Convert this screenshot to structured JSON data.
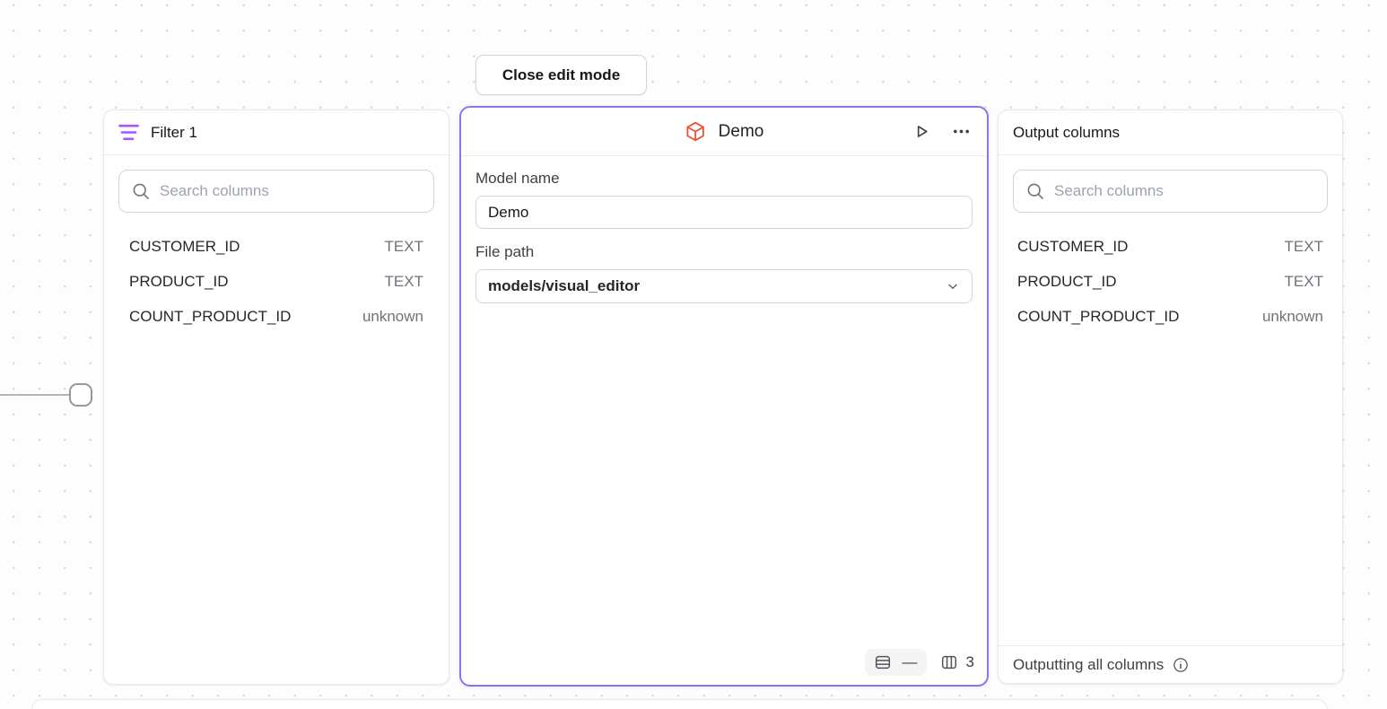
{
  "toolbar": {
    "close_button_label": "Close edit mode"
  },
  "filter_panel": {
    "title": "Filter 1",
    "search_placeholder": "Search columns",
    "columns": [
      {
        "name": "CUSTOMER_ID",
        "type": "TEXT"
      },
      {
        "name": "PRODUCT_ID",
        "type": "TEXT"
      },
      {
        "name": "COUNT_PRODUCT_ID",
        "type": "unknown"
      }
    ]
  },
  "model_panel": {
    "title": "Demo",
    "model_name_label": "Model name",
    "model_name_value": "Demo",
    "file_path_label": "File path",
    "file_path_value": "models/visual_editor",
    "row_count_display": "—",
    "column_count": "3"
  },
  "output_panel": {
    "title": "Output columns",
    "search_placeholder": "Search columns",
    "columns": [
      {
        "name": "CUSTOMER_ID",
        "type": "TEXT"
      },
      {
        "name": "PRODUCT_ID",
        "type": "TEXT"
      },
      {
        "name": "COUNT_PRODUCT_ID",
        "type": "unknown"
      }
    ],
    "footer_text": "Outputting all columns"
  },
  "colors": {
    "selected_node_border": "#8678f0",
    "filter_icon_purple": "#a855f7",
    "model_icon_orange": "#f04e2e"
  }
}
